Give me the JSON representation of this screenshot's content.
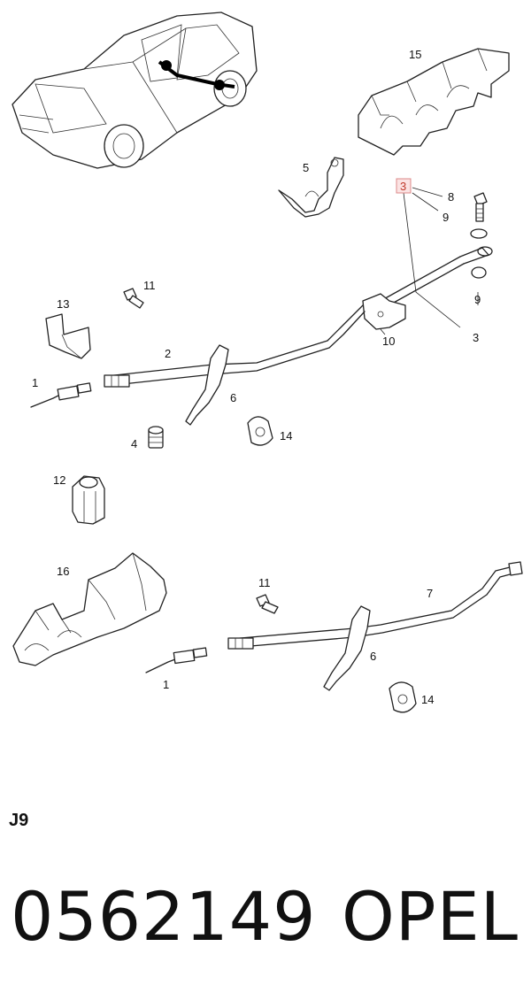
{
  "diagram": {
    "callouts": [
      "15",
      "5",
      "3",
      "8",
      "9",
      "9",
      "3",
      "11",
      "13",
      "2",
      "10",
      "1",
      "6",
      "4",
      "14",
      "12",
      "16",
      "11",
      "7",
      "6",
      "1",
      "14"
    ],
    "highlighted_callout": "3"
  },
  "section_code": "J9",
  "part_number": "0562149",
  "brand": "OPEL"
}
